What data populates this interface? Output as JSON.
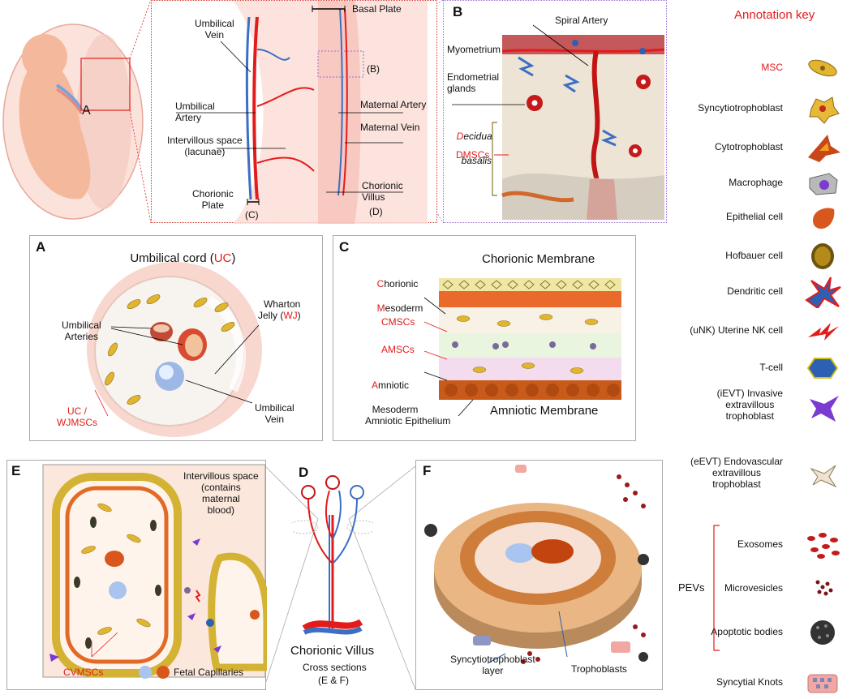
{
  "fetus": {
    "label_A": "A"
  },
  "top_panel": {
    "umbilical_vein": "Umbilical\nVein",
    "basal_plate": "Basal Plate",
    "marker_B": "(B)",
    "umbilical_artery": "Umbilical\nArtery",
    "maternal_artery": "Maternal Artery",
    "maternal_vein": "Maternal Vein",
    "intervillous_space": "Intervillous space\n(lacunae)",
    "chorionic_villus": "Chorionic\nVillus",
    "marker_D": "(D)",
    "chorionic_plate": "Chorionic\nPlate",
    "marker_C": "(C)"
  },
  "panel_B": {
    "letter": "B",
    "spiral_artery": "Spiral Artery",
    "myometrium": "Myometrium",
    "endometrial_glands": "Endometrial\nglands",
    "decidua_D": "D",
    "decidua_rest": "ecidua",
    "basalis": "basalis",
    "dmscs": "DMSCs"
  },
  "panel_A": {
    "letter": "A",
    "title_prefix": "Umbilical cord (",
    "title_abbr": "UC",
    "title_suffix": ")",
    "wharton_prefix": "Wharton\nJelly (",
    "wharton_abbr": "WJ",
    "wharton_suffix": ")",
    "umbilical_arteries": "Umbilical\nArteries",
    "uc_wjmscs": "UC /\nWJMSCs",
    "umbilical_vein": "Umbilical\nVein"
  },
  "panel_C": {
    "letter": "C",
    "chorionic_membrane": "Chorionic Membrane",
    "chorionic_C": "C",
    "chorionic_rest": "horionic",
    "mesoderm_M": "M",
    "mesoderm_rest": "esoderm",
    "cmscs": "CMSCs",
    "amscs": "AMSCs",
    "amniotic_A": "A",
    "amniotic_rest": "mniotic",
    "amniotic_mesoderm_2": "Mesoderm",
    "amniotic_epithelium": "Amniotic Epithelium",
    "amniotic_membrane": "Amniotic Membrane"
  },
  "panel_E": {
    "letter": "E",
    "intervillous": "Intervillous space\n(contains\nmaternal\nblood)",
    "cvmscs": "CVMSCs",
    "fetal_capillaries": "Fetal Capillaries"
  },
  "panel_D": {
    "letter": "D",
    "title": "Chorionic Villus",
    "subtitle": "Cross sections",
    "ef": "(E & F)"
  },
  "panel_F": {
    "letter": "F",
    "syncytiotrophoblast_layer": "Syncytiotrophoblast\nlayer",
    "trophoblasts": "Trophoblasts"
  },
  "key": {
    "title": "Annotation key",
    "items": [
      {
        "label": "MSC",
        "red": true,
        "icon": "msc-icon"
      },
      {
        "label": "Syncytiotrophoblast",
        "icon": "syncytiotrophoblast-icon"
      },
      {
        "label": "Cytotrophoblast",
        "icon": "cytotrophoblast-icon"
      },
      {
        "label": "Macrophage",
        "icon": "macrophage-icon"
      },
      {
        "label": "Epithelial cell",
        "icon": "epithelial-cell-icon"
      },
      {
        "label": "Hofbauer cell",
        "icon": "hofbauer-cell-icon"
      },
      {
        "label": "Dendritic cell",
        "icon": "dendritic-cell-icon"
      },
      {
        "label": "(uNK) Uterine NK cell",
        "icon": "unk-cell-icon"
      },
      {
        "label": "T-cell",
        "icon": "t-cell-icon"
      },
      {
        "label": "(iEVT) Invasive\nextravillous\ntrophoblast",
        "icon": "ievt-icon"
      },
      {
        "label": "(eEVT) Endovascular\nextravillous\ntrophoblast",
        "icon": "eevt-icon"
      },
      {
        "label": "Exosomes",
        "icon": "exosomes-icon"
      },
      {
        "label": "Microvesicles",
        "icon": "microvesicles-icon"
      },
      {
        "label": "Apoptotic bodies",
        "icon": "apoptotic-bodies-icon"
      },
      {
        "label": "Syncytial Knots",
        "icon": "syncytial-knots-icon"
      }
    ],
    "pevs": "PEVs"
  },
  "colors": {
    "accent_red": "#e31b1b",
    "top_border": "#d9342b",
    "b_border": "#9b6bd6",
    "panel_border": "#aaaaaa"
  }
}
